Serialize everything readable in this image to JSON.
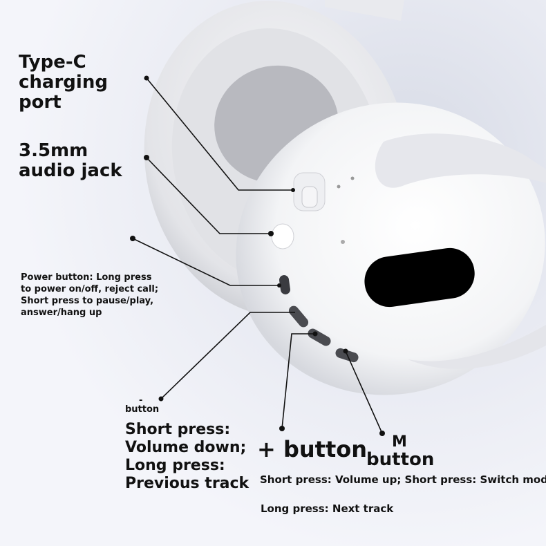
{
  "labels": {
    "typec": "Type-C\ncharging\nport",
    "audio": "3.5mm\naudio jack",
    "power": "Power button: Long press\nto power on/off, reject call;\nShort press to pause/play,\nanswer/hang up",
    "minus_symbol": "-",
    "minus_button": "button",
    "minus_desc": "Short press:\nVolume down;\nLong press:\nPrevious track",
    "plus_button": "+ button",
    "m_letter": "M",
    "m_button": "button",
    "plus_m_short": "Short press: Volume up; Short press: Switch mode",
    "plus_long": "Long press: Next track"
  },
  "colors": {
    "headphone_white": "#f7f7f9",
    "cushion": "#ecedf0",
    "dark_panel": "#000000",
    "leader_line": "#111111"
  }
}
